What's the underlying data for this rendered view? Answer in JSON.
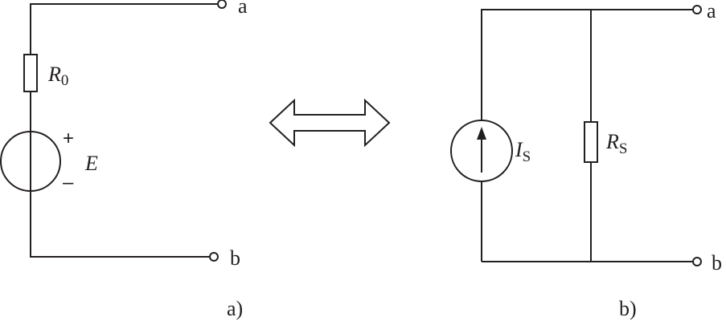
{
  "circuit_a": {
    "terminal_top": "a",
    "terminal_bottom": "b",
    "resistor": {
      "symbol": "R",
      "subscript": "0"
    },
    "source": {
      "symbol": "E",
      "plus": "+",
      "minus": "–"
    },
    "caption": "a)"
  },
  "circuit_b": {
    "terminal_top": "a",
    "terminal_bottom": "b",
    "current_source": {
      "symbol": "I",
      "subscript": "S"
    },
    "resistor": {
      "symbol": "R",
      "subscript": "S"
    },
    "caption": "b)"
  },
  "colors": {
    "line": "#231f20",
    "background": "#ffffff"
  },
  "icons": {
    "equivalence": "double-headed-arrow-icon"
  }
}
